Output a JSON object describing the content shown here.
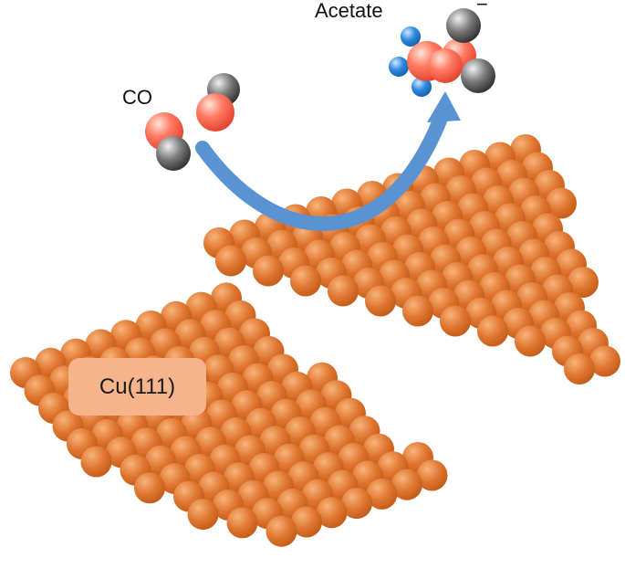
{
  "labels": {
    "acetate": "Acetate",
    "charge": "−",
    "co": "CO",
    "surface": "Cu(111)"
  },
  "colors": {
    "copper": "#d96a22",
    "copper_light": "#f2a467",
    "label_box": "#f5b48c",
    "arrow": "#5a93d4",
    "oxygen": "#f25a4a",
    "carbon": "#555555",
    "hydrogen": "#1f78c8"
  }
}
